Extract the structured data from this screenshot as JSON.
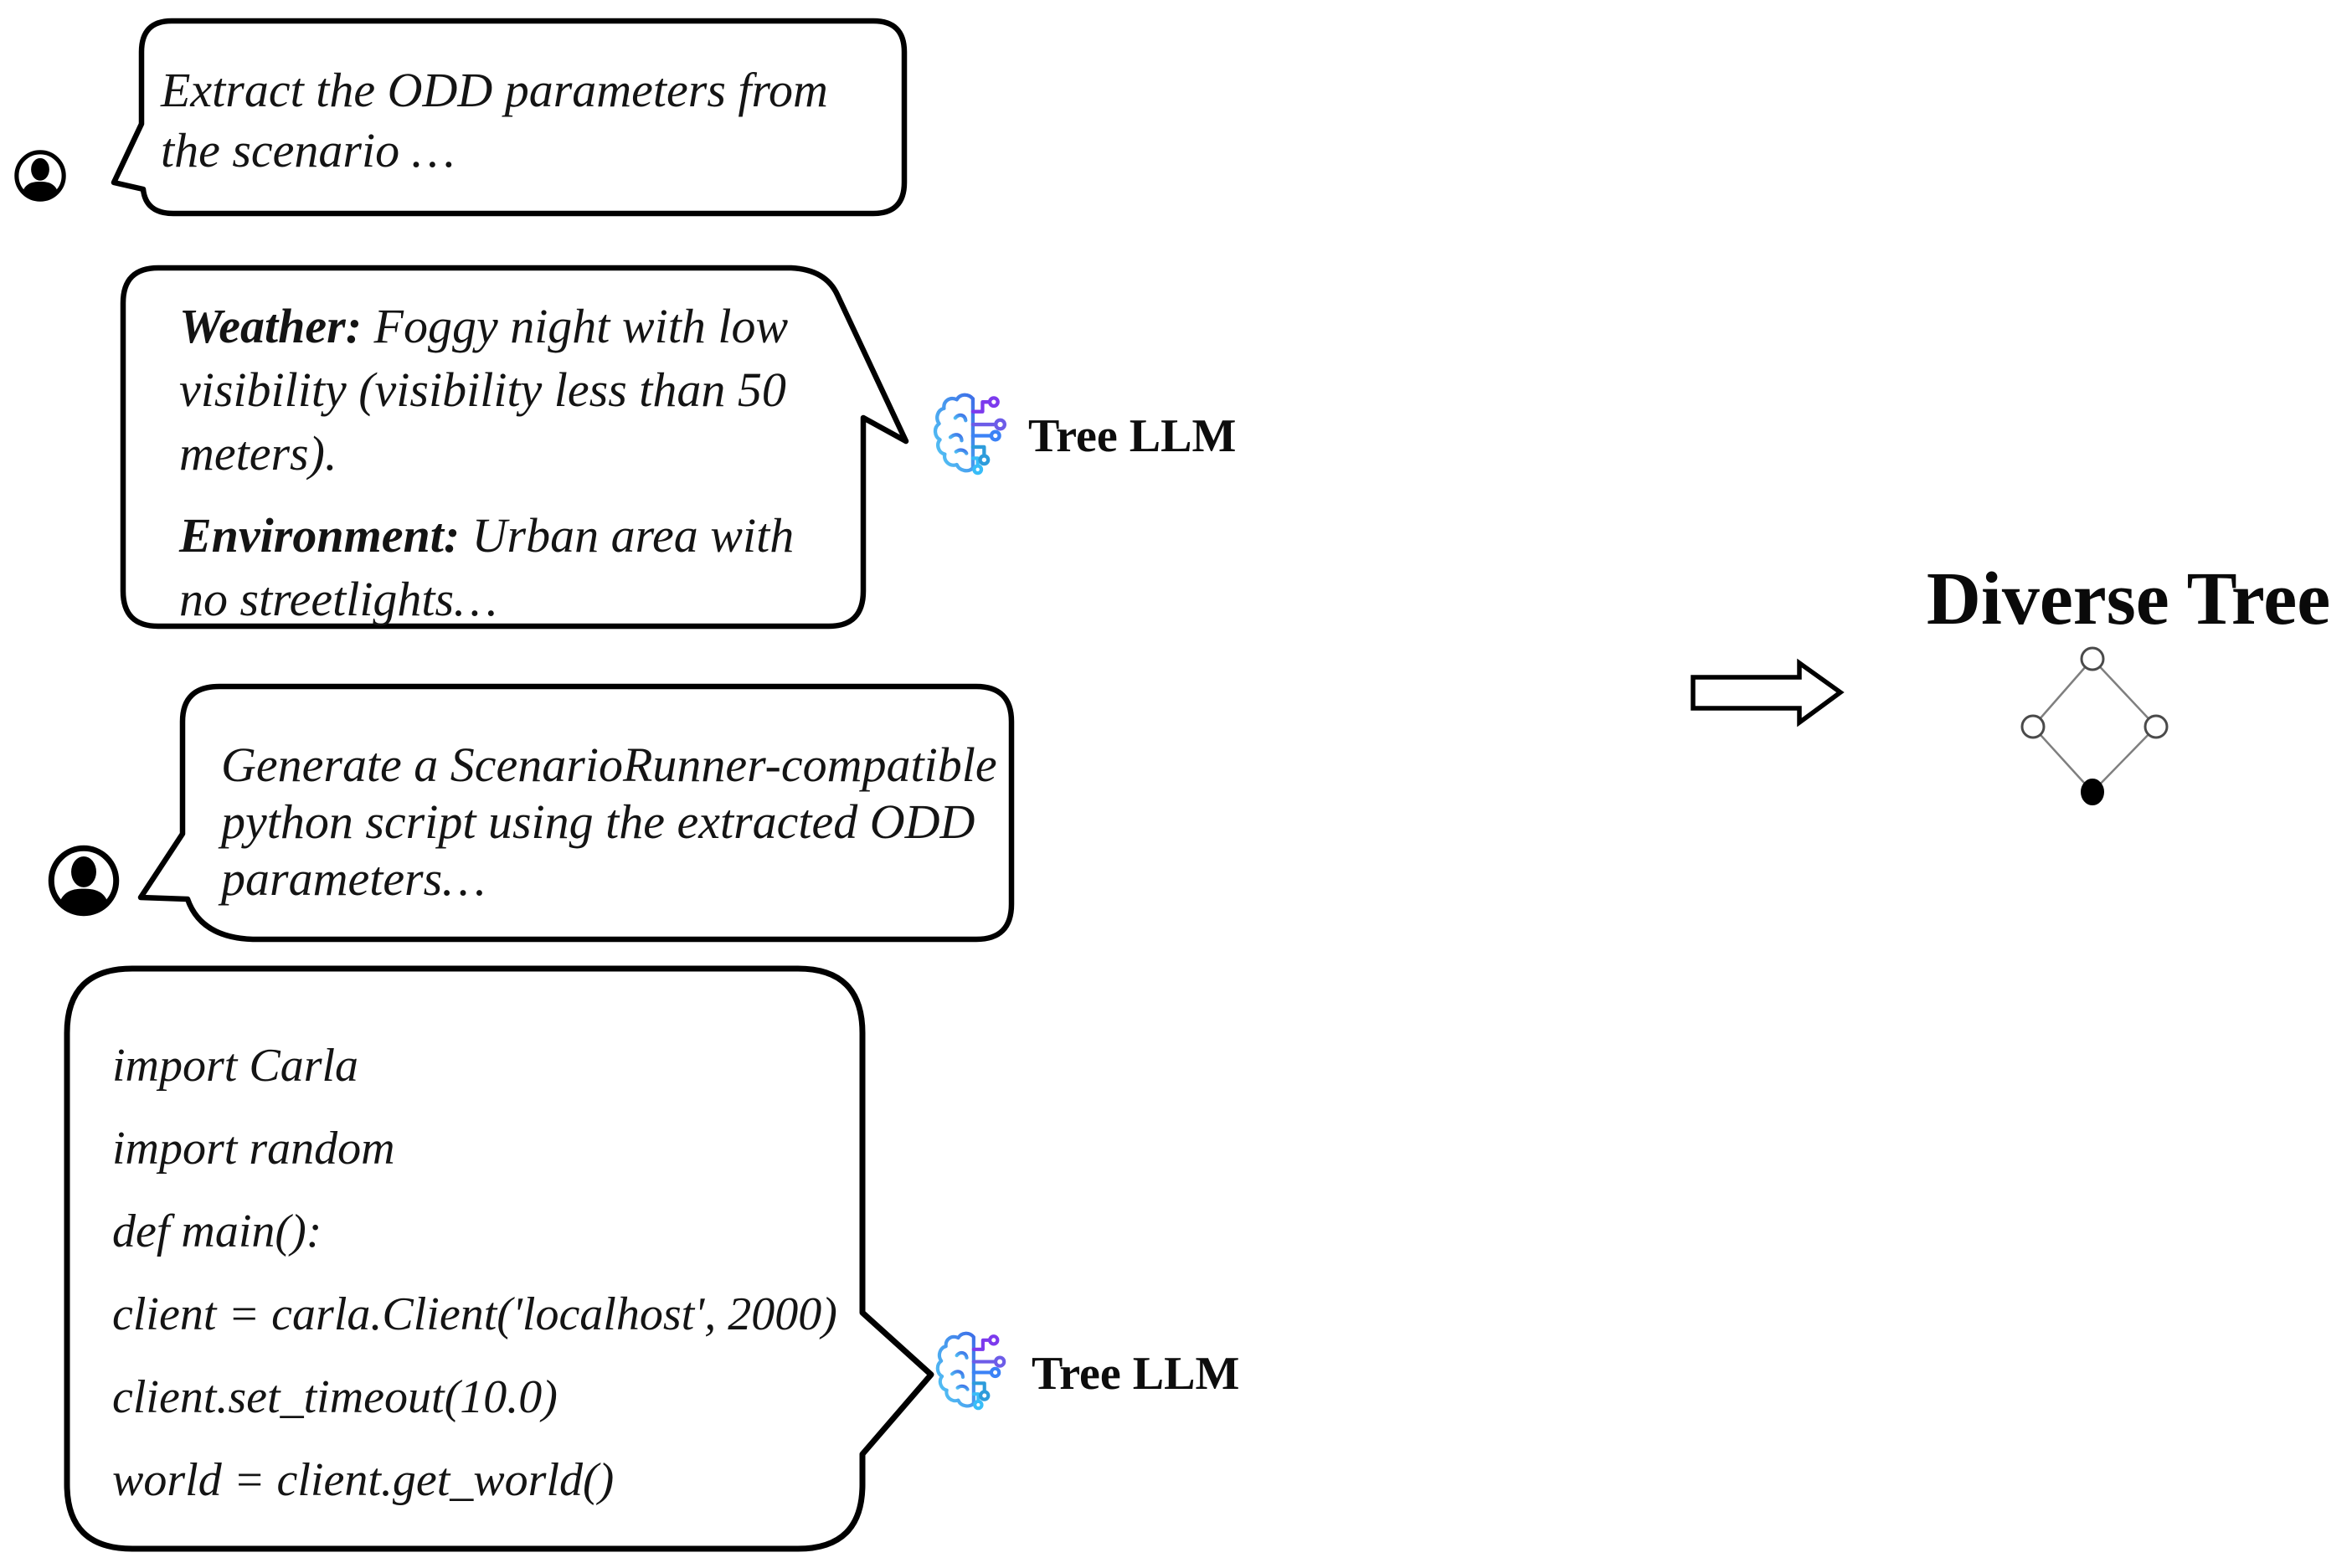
{
  "page": {
    "background": "#ffffff"
  },
  "conversation": {
    "llm_label": "Tree LLM",
    "user_prompt_1": {
      "lines": [
        "Extract the ODD parameters from",
        "the scenario …"
      ]
    },
    "llm_response_odd": {
      "weather_label": "Weather:",
      "weather_lines": [
        " Foggy night with low",
        "visibility (visibility less than 50",
        "meters)."
      ],
      "environment_label": "Environment:",
      "environment_lines": [
        " Urban area with",
        "no streetlights…"
      ]
    },
    "user_prompt_2": {
      "lines": [
        "Generate a ScenarioRunner-compatible",
        "python script using the extracted ODD",
        "parameters…"
      ]
    },
    "llm_response_code": {
      "lines": [
        "import Carla",
        "import random",
        "def main():",
        "client = carla.Client('localhost', 2000)",
        "client.set_timeout(10.0)",
        "world = client.get_world()"
      ]
    }
  },
  "diagram": {
    "title": "Diverse Tree",
    "tree": {
      "node_count": 4,
      "nodes": [
        {
          "id": "top",
          "filled": false
        },
        {
          "id": "left",
          "filled": false
        },
        {
          "id": "right",
          "filled": false
        },
        {
          "id": "bottom-root",
          "filled": true
        }
      ],
      "edges": [
        {
          "from": "top",
          "to": "left"
        },
        {
          "from": "top",
          "to": "right"
        },
        {
          "from": "left",
          "to": "bottom-root"
        },
        {
          "from": "right",
          "to": "bottom-root"
        }
      ]
    }
  },
  "colors": {
    "bubble_border": "#000000",
    "bubble_fill": "#ffffff",
    "text": "#141414",
    "brain_cyan": "#55ccf5",
    "brain_blue": "#3d6fe8",
    "node_purple": "#7c3aed",
    "node_blue": "#2d9cdb",
    "node_lightblue": "#38bdf8",
    "tree_edge": "#7f7f7f",
    "tree_node_stroke": "#4a4a4a",
    "tree_node_fill": "#ffffff",
    "tree_root_fill": "#000000"
  }
}
